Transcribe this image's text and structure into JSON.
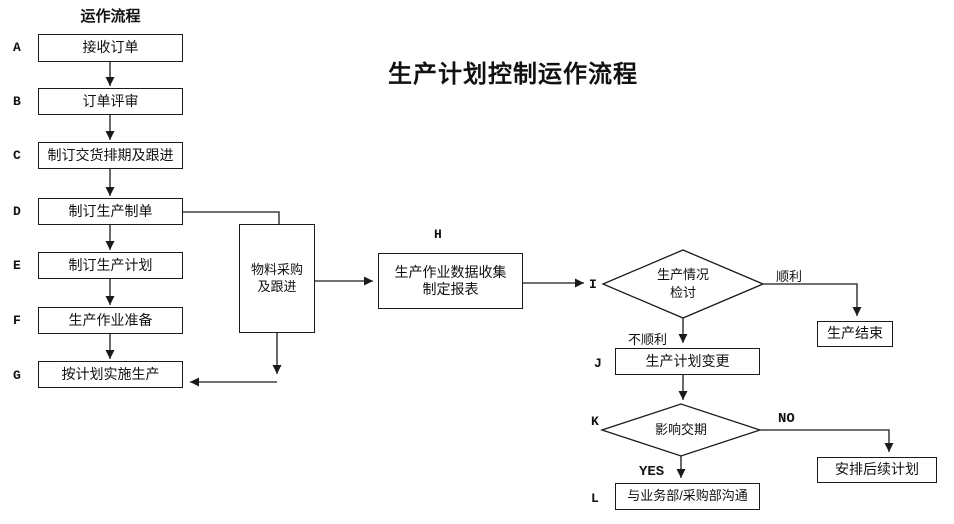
{
  "page": {
    "main_title": "生产计划控制运作流程",
    "column_title": "运作流程"
  },
  "colors": {
    "line": "#1a1a1a",
    "background": "#ffffff",
    "box_fill": "#ffffff"
  },
  "steps": [
    {
      "id": "A",
      "label": "接收订单"
    },
    {
      "id": "B",
      "label": "订单评审"
    },
    {
      "id": "C",
      "label": "制订交货排期及跟进"
    },
    {
      "id": "D",
      "label": "制订生产制单"
    },
    {
      "id": "E",
      "label": "制订生产计划"
    },
    {
      "id": "F",
      "label": "生产作业准备"
    },
    {
      "id": "G",
      "label": "按计划实施生产"
    }
  ],
  "materials_box": {
    "line1": "物料采购",
    "line2": "及跟进"
  },
  "h_step": {
    "id": "H",
    "line1": "生产作业数据收集",
    "line2": "制定报表"
  },
  "decision_i": {
    "id": "I",
    "line1": "生产情况",
    "line2": "检讨"
  },
  "end_box": {
    "label": "生产结束"
  },
  "j_step": {
    "id": "J",
    "label": "生产计划变更"
  },
  "decision_k": {
    "id": "K",
    "label": "影响交期"
  },
  "followup_box": {
    "label": "安排后续计划"
  },
  "l_step": {
    "id": "L",
    "label": "与业务部/采购部沟通"
  },
  "branch_labels": {
    "smooth": "顺利",
    "not_smooth": "不顺利",
    "yes": "YES",
    "no": "NO"
  }
}
